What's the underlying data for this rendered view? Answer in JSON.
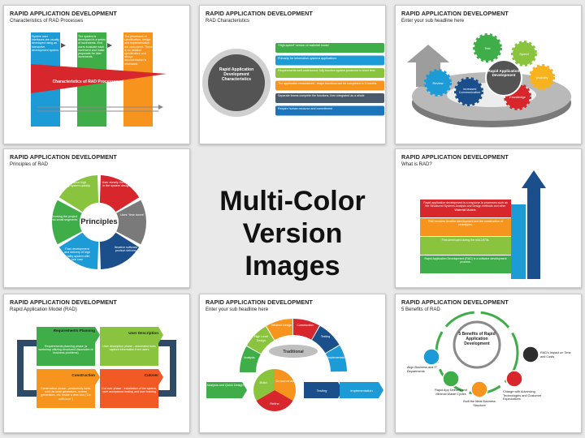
{
  "center": {
    "line1": "Multi-Color",
    "line2": "Version Images"
  },
  "slides": [
    {
      "title": "RAPID APPLICATION DEVELOPMENT",
      "subtitle": "Characteristics of RAD Processes",
      "boxes": [
        "System user interfaces are usually developed using an interactive development system.",
        "The system is developed in a series of increments. End users evaluate each increment and make proposals for later increments.",
        "The processes of specification, design and implementation are concurrent. There is no detailed specification and design documentation is minimized."
      ],
      "arrow_label": "Characteristics of RAD Processes"
    },
    {
      "title": "RAPID APPLICATION DEVELOPMENT",
      "subtitle": "RAD Characteristics",
      "circle_label": "Rapid Application Development Characteristics",
      "items": [
        "\"High-speed\" version of waterfall model",
        "Primarily for information systems applications",
        "Requirements well-understood; fully function system produced in short time",
        "The application modularized - major functions can be completed in 3 months",
        "Separate teams complete the functions, then integrated as a whole",
        "Require human resource and commitment"
      ],
      "colors": [
        "#3fae49",
        "#1d9bd7",
        "#8ac43f",
        "#f7941d",
        "#4a5a6a",
        "#1a75bc"
      ]
    },
    {
      "title": "RAPID APPLICATION DEVELOPMENT",
      "subtitle": "Enter your sub headline here",
      "hub": "Rapid Application Development",
      "gears": [
        "Review",
        "Test",
        "Speed",
        "Usability",
        "Knowledge",
        "Increased Communication"
      ]
    },
    {
      "title": "RAPID APPLICATION DEVELOPMENT",
      "subtitle": "Principles of RAD",
      "hub": "Principles",
      "segments": [
        "To produce high quality system quickly",
        "User closely involved in the system design",
        "Uses \"time boxes\"",
        "Iterative software product delivery",
        "Fast development and delivery of high quality system with low cost",
        "Knowing the project into small segments"
      ]
    },
    {
      "title": "RAPID APPLICATION DEVELOPMENT",
      "subtitle": "What is RAD?",
      "steps": [
        "Rapid application development is a response to processes such as the Structured Systems Analysis and Design methods and other Waterfall Models.",
        "RAD involves iterative development and the construction of prototypes.",
        "First developed during the mid-1970s.",
        "Rapid Application Development (RAD) is a software development process."
      ]
    },
    {
      "title": "RAPID APPLICATION DEVELOPMENT",
      "subtitle": "Rapid Application Model (RAD)",
      "phases": [
        {
          "name": "Requirements Planning",
          "text": "Requirements planning phase (a workshop utilizing structured discussion of business problems)"
        },
        {
          "name": "User Description",
          "text": "User description phase - automated tools capture information from users"
        },
        {
          "name": "Construction",
          "text": "Construction phase - productivity tools, such as code generators, screen generators, etc. inside a time-box (\"Do until done\")"
        },
        {
          "name": "Cutover",
          "text": "Cut over phase - installation of the system, user acceptance testing and user training"
        }
      ]
    },
    {
      "title": "RAPID APPLICATION DEVELOPMENT",
      "subtitle": "Enter your sub headline here",
      "arc": [
        "Analysis",
        "High Level Design",
        "Detailed Design",
        "Construction",
        "Testing",
        "Implementation"
      ],
      "traditional": "Traditional",
      "bottom": [
        "Analysis and Quick Design",
        "Build",
        "Demonstrate",
        "Refine",
        "Testing",
        "Implementation"
      ]
    },
    {
      "title": "RAPID APPLICATION DEVELOPMENT",
      "subtitle": "5 Benefits of RAD",
      "hub": "5 Benefits of Rapid Application Development",
      "benefits": [
        "Align Business and IT Departments",
        "Rapid App Delivery and Minimal Waste Cycles",
        "Built the Ideal Business Structure",
        "Change with Advancing Technologies and Customer Expectations",
        "RAD's Impact on Time and Costs"
      ]
    }
  ]
}
